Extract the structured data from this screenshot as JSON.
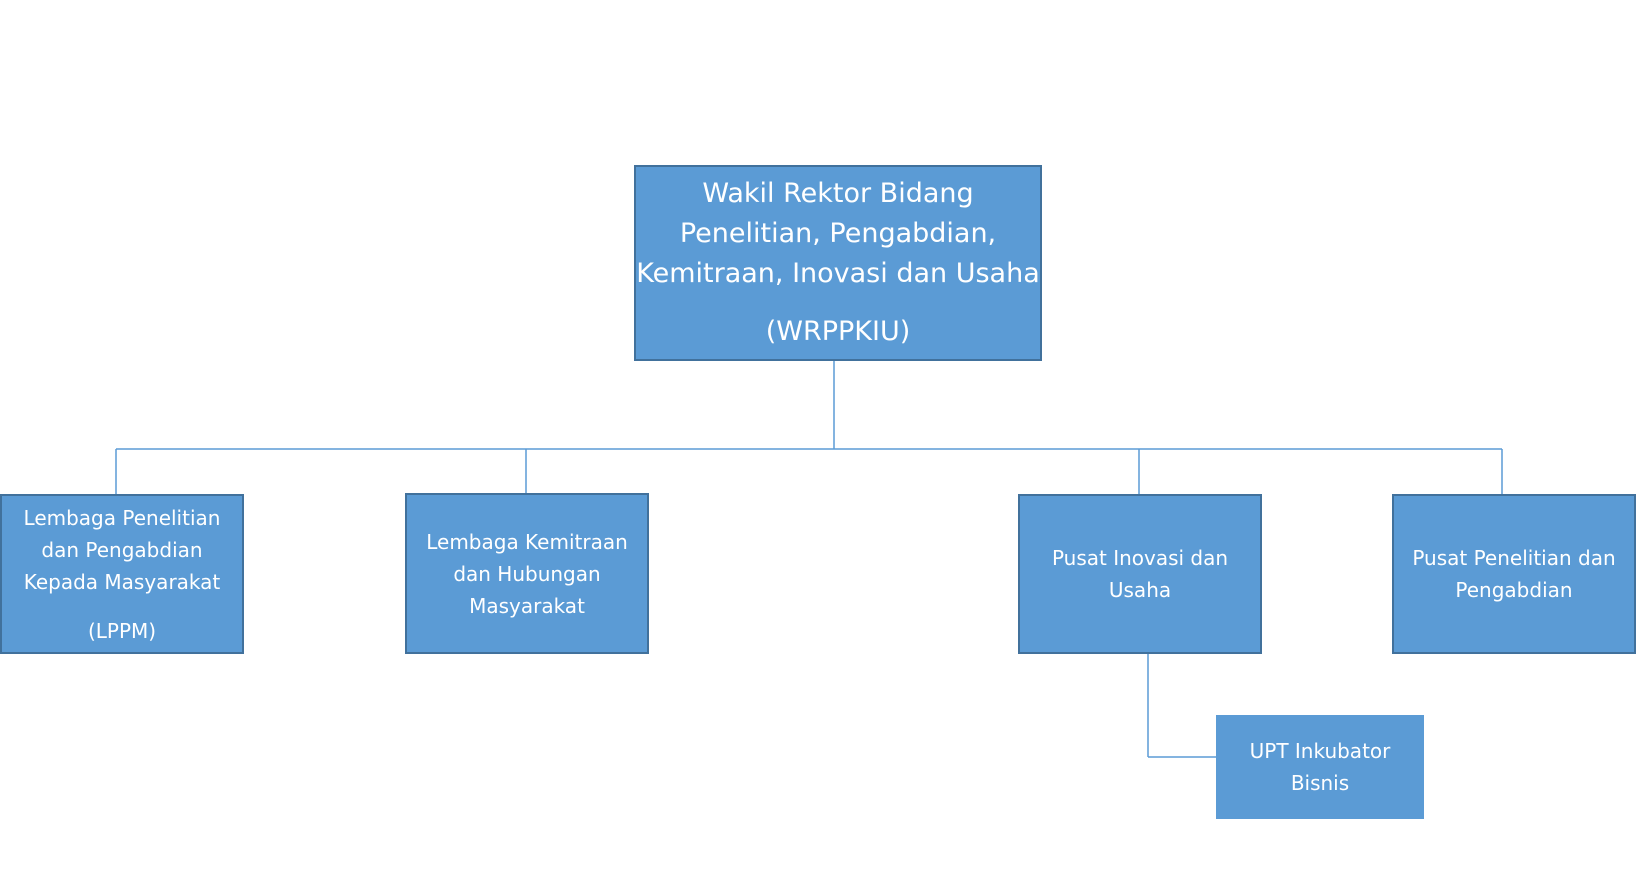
{
  "diagram": {
    "root": {
      "lines": [
        "Wakil Rektor Bidang",
        "Penelitian, Pengabdian,",
        "Kemitraan, Inovasi dan Usaha"
      ],
      "abbr": "(WRPPKIU)"
    },
    "children": [
      {
        "lines": [
          "Lembaga Penelitian",
          "dan Pengabdian",
          "Kepada Masyarakat"
        ],
        "abbr": "(LPPM)"
      },
      {
        "lines": [
          "Lembaga Kemitraan",
          "dan Hubungan",
          "Masyarakat"
        ]
      },
      {
        "lines": [
          "Pusat Inovasi dan",
          "Usaha"
        ],
        "sub_unit": {
          "lines": [
            "UPT Inkubator",
            "Bisnis"
          ]
        }
      },
      {
        "lines": [
          "Pusat Penelitian dan",
          "Pengabdian"
        ]
      }
    ],
    "colors": {
      "box_fill": "#5b9bd5",
      "box_border": "#41719c",
      "connector": "#5b9bd5",
      "text": "#ffffff"
    }
  }
}
